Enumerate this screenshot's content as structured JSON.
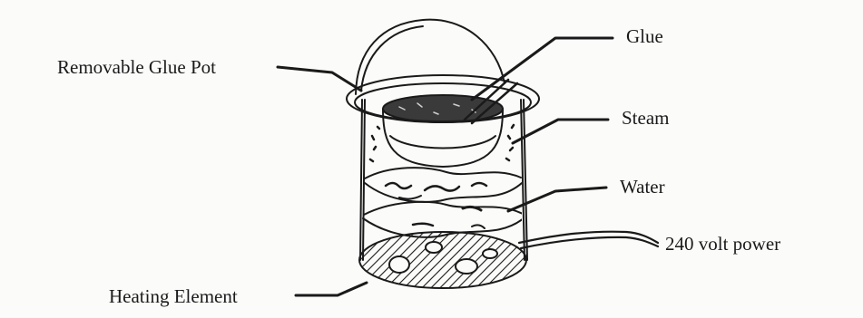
{
  "diagram": {
    "labels": {
      "glue_pot": "Removable Glue Pot",
      "glue": "Glue",
      "steam": "Steam",
      "water": "Water",
      "power": "240 volt power",
      "heating_element": "Heating Element"
    },
    "colors": {
      "ink": "#1a1a1a",
      "paper": "#fbfbf9",
      "glue_fill": "#3a3a3a"
    }
  }
}
